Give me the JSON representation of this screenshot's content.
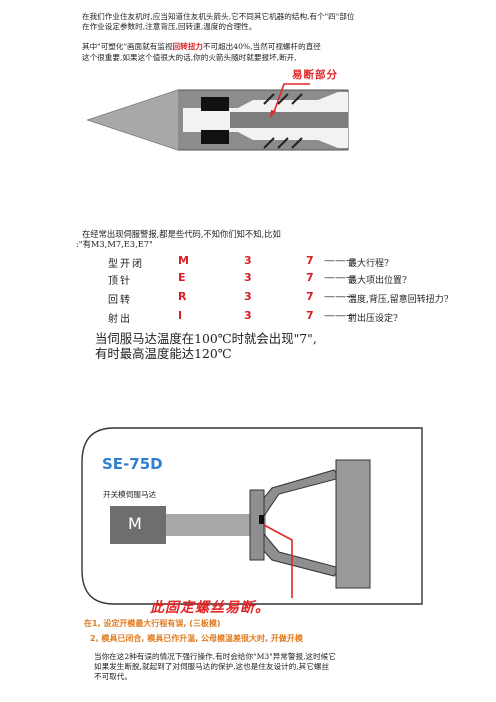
{
  "top_section": {
    "para1_line1": "在我们作业住友机时,应当知道住友机头箭头,它不同其它机器的结构,有个\"四\"部位",
    "para1_line2": "在作业设定参数时,注意背压,回转速,温度的合理性。",
    "para2_line1_pre": "其中\"可塑化\"画面就有监视",
    "para2_line1_red": "回转扭力",
    "para2_line1_post": "不可超出40%,当然可视螺杆的直径",
    "para2_line2": "这个很重要,如果这个值很大的话,你的火箭头随时就要报坏,断开,",
    "callout": "易断部分"
  },
  "alarm_section": {
    "intro_line1": "在经常出现伺服警报,都是些代码,不知你们知不知,比如",
    "intro_line2": ":\"有M3,M7,E3,E7\"",
    "rows": [
      {
        "label": "型开闭",
        "code_letter": "M",
        "code_num1": "3",
        "code_num2": "7",
        "arrow": "——→",
        "desc": "最大行程?"
      },
      {
        "label": "顶针",
        "code_letter": "E",
        "code_num1": "3",
        "code_num2": "7",
        "arrow": "——→",
        "desc": "最大项出位置?"
      },
      {
        "label": "回转",
        "code_letter": "R",
        "code_num1": "3",
        "code_num2": "7",
        "arrow": "——→",
        "desc": "温度,背压,留意回转扭力?"
      },
      {
        "label": "射出",
        "code_letter": "I",
        "code_num1": "3",
        "code_num2": "7",
        "arrow": "——→",
        "desc": "射出压设定?"
      }
    ],
    "summary_line1": "当伺服马达温度在100℃时就会出现\"7\",",
    "summary_line2": "有时最高温度能达120℃"
  },
  "machine_section": {
    "model": "SE-75D",
    "motor_caption": "开关模伺服马达",
    "motor_letter": "M",
    "callout": "此固定螺丝易断。",
    "note1": "在1, 设定开模最大行程有误, (三板模)",
    "note2": "2, 模具已闭合, 模具已作升温, 公母模温差很大时, 开做开模",
    "para_line1": "当你在这2种有误的情况下强行操作,有时会给你\"M3\"异常警报,这时候它",
    "para_line2": "如果发生断脱,就起到了对伺服马达的保护,这也是住友设计的,其它螺丝",
    "para_line3": "不可取代。"
  },
  "colors": {
    "red": "#d81f26",
    "blue": "#2f7fd0",
    "orange": "#e07a1e",
    "gray_dark": "#6e6e6e",
    "gray_mid": "#a9a9a9"
  }
}
